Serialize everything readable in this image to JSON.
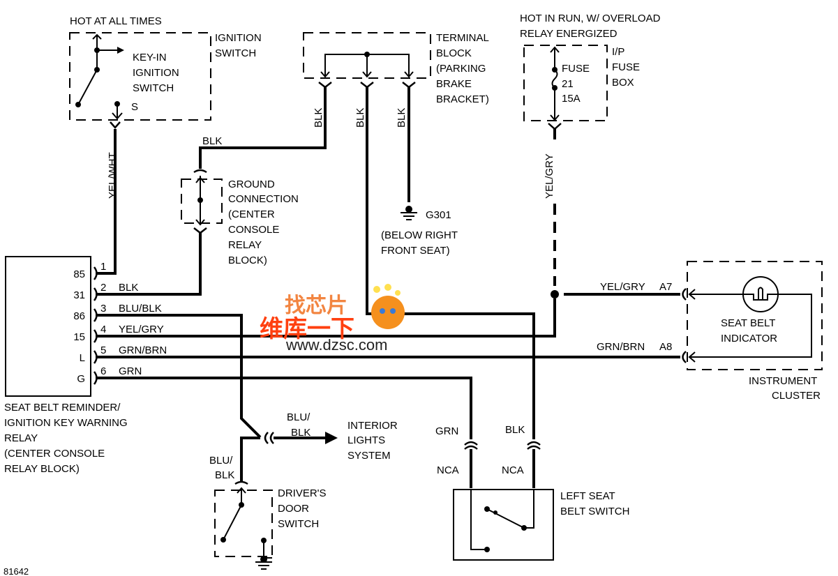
{
  "figure_id": "81642",
  "ignition_switch": {
    "hot_label": "HOT AT ALL TIMES",
    "title": [
      "IGNITION",
      "SWITCH"
    ],
    "inner": [
      "KEY-IN",
      "IGNITION",
      "SWITCH"
    ],
    "terminal": "S",
    "wire": "YEL/WHT"
  },
  "terminal_block": {
    "title": [
      "TERMINAL",
      "BLOCK",
      "(PARKING",
      "BRAKE",
      "BRACKET)"
    ],
    "wires": [
      "BLK",
      "BLK",
      "BLK"
    ]
  },
  "ground_connection": {
    "title": [
      "GROUND",
      "CONNECTION",
      "(CENTER",
      "CONSOLE",
      "RELAY",
      "BLOCK)"
    ],
    "wire": "BLK"
  },
  "ground_g301": {
    "id": "G301",
    "location": [
      "(BELOW RIGHT",
      "FRONT SEAT)"
    ]
  },
  "fuse_box": {
    "hot_label": [
      "HOT IN RUN, W/ OVERLOAD",
      "RELAY ENERGIZED"
    ],
    "title": [
      "I/P",
      "FUSE",
      "BOX"
    ],
    "fuse": [
      "FUSE",
      "21",
      "15A"
    ],
    "wire": "YEL/GRY"
  },
  "relay": {
    "title": [
      "SEAT BELT REMINDER/",
      "IGNITION KEY WARNING",
      "RELAY",
      "(CENTER CONSOLE",
      "RELAY BLOCK)"
    ],
    "pins": [
      {
        "terminal": "85",
        "num": "1",
        "wire": ""
      },
      {
        "terminal": "31",
        "num": "2",
        "wire": "BLK"
      },
      {
        "terminal": "86",
        "num": "3",
        "wire": "BLU/BLK"
      },
      {
        "terminal": "15",
        "num": "4",
        "wire": "YEL/GRY"
      },
      {
        "terminal": "L",
        "num": "5",
        "wire": "GRN/BRN"
      },
      {
        "terminal": "G",
        "num": "6",
        "wire": "GRN"
      }
    ]
  },
  "instrument_cluster": {
    "title": [
      "INSTRUMENT",
      "CLUSTER"
    ],
    "indicator": [
      "SEAT BELT",
      "INDICATOR"
    ],
    "a7_wire": "YEL/GRY",
    "a7": "A7",
    "a8_wire": "GRN/BRN",
    "a8": "A8"
  },
  "interior_lights": {
    "wire": [
      "BLU/",
      "BLK"
    ],
    "title": [
      "INTERIOR",
      "LIGHTS",
      "SYSTEM"
    ]
  },
  "door_switch": {
    "wire": [
      "BLU/",
      "BLK"
    ],
    "title": [
      "DRIVER'S",
      "DOOR",
      "SWITCH"
    ]
  },
  "seat_switch": {
    "title": [
      "LEFT SEAT",
      "BELT SWITCH"
    ],
    "grn": "GRN",
    "blk": "BLK",
    "nca1": "NCA",
    "nca2": "NCA"
  },
  "watermark": {
    "line1": "找芯片",
    "line2": "维库一下",
    "url": "www.dzsc.com"
  }
}
